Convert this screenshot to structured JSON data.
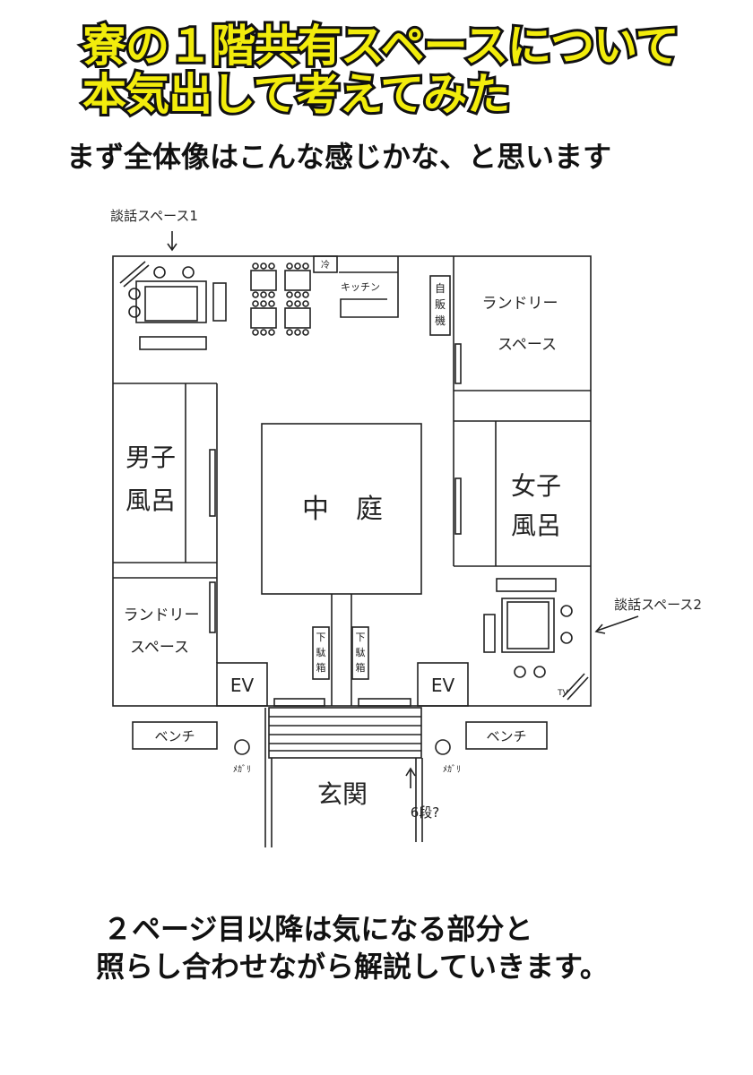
{
  "header": {
    "title_line1": "寮の１階共有スペースについて",
    "title_line2": "本気出して考えてみた",
    "subtitle": "まず全体像はこんな感じかな、と思います"
  },
  "plan": {
    "rooms": {
      "lounge1": "談話スペース1",
      "lounge2": "談話スペース2",
      "kitchen": "キッチン",
      "fridge": "冷",
      "vending": [
        "自",
        "販",
        "機"
      ],
      "laundry_right": [
        "ランドリー",
        "スペース"
      ],
      "laundry_left": [
        "ランドリー",
        "スペース"
      ],
      "mens_bath": [
        "男子",
        "風呂"
      ],
      "womens_bath": [
        "女子",
        "風呂"
      ],
      "courtyard": "中　庭",
      "shoe_box_left": [
        "下",
        "駄",
        "箱"
      ],
      "shoe_box_right": [
        "下",
        "駄",
        "箱"
      ],
      "ev_left": "EV",
      "ev_right": "EV",
      "bench_left": "ベンチ",
      "bench_right": "ベンチ",
      "light_left": "ﾒｶﾞﾘ",
      "light_right": "ﾒｶﾞﾘ",
      "entrance": "玄関",
      "steps_note": "6段?",
      "tv": "TV"
    }
  },
  "footer": {
    "line1": "２ページ目以降は気になる部分と",
    "line2": "照らし合わせながら解説していきます。"
  }
}
